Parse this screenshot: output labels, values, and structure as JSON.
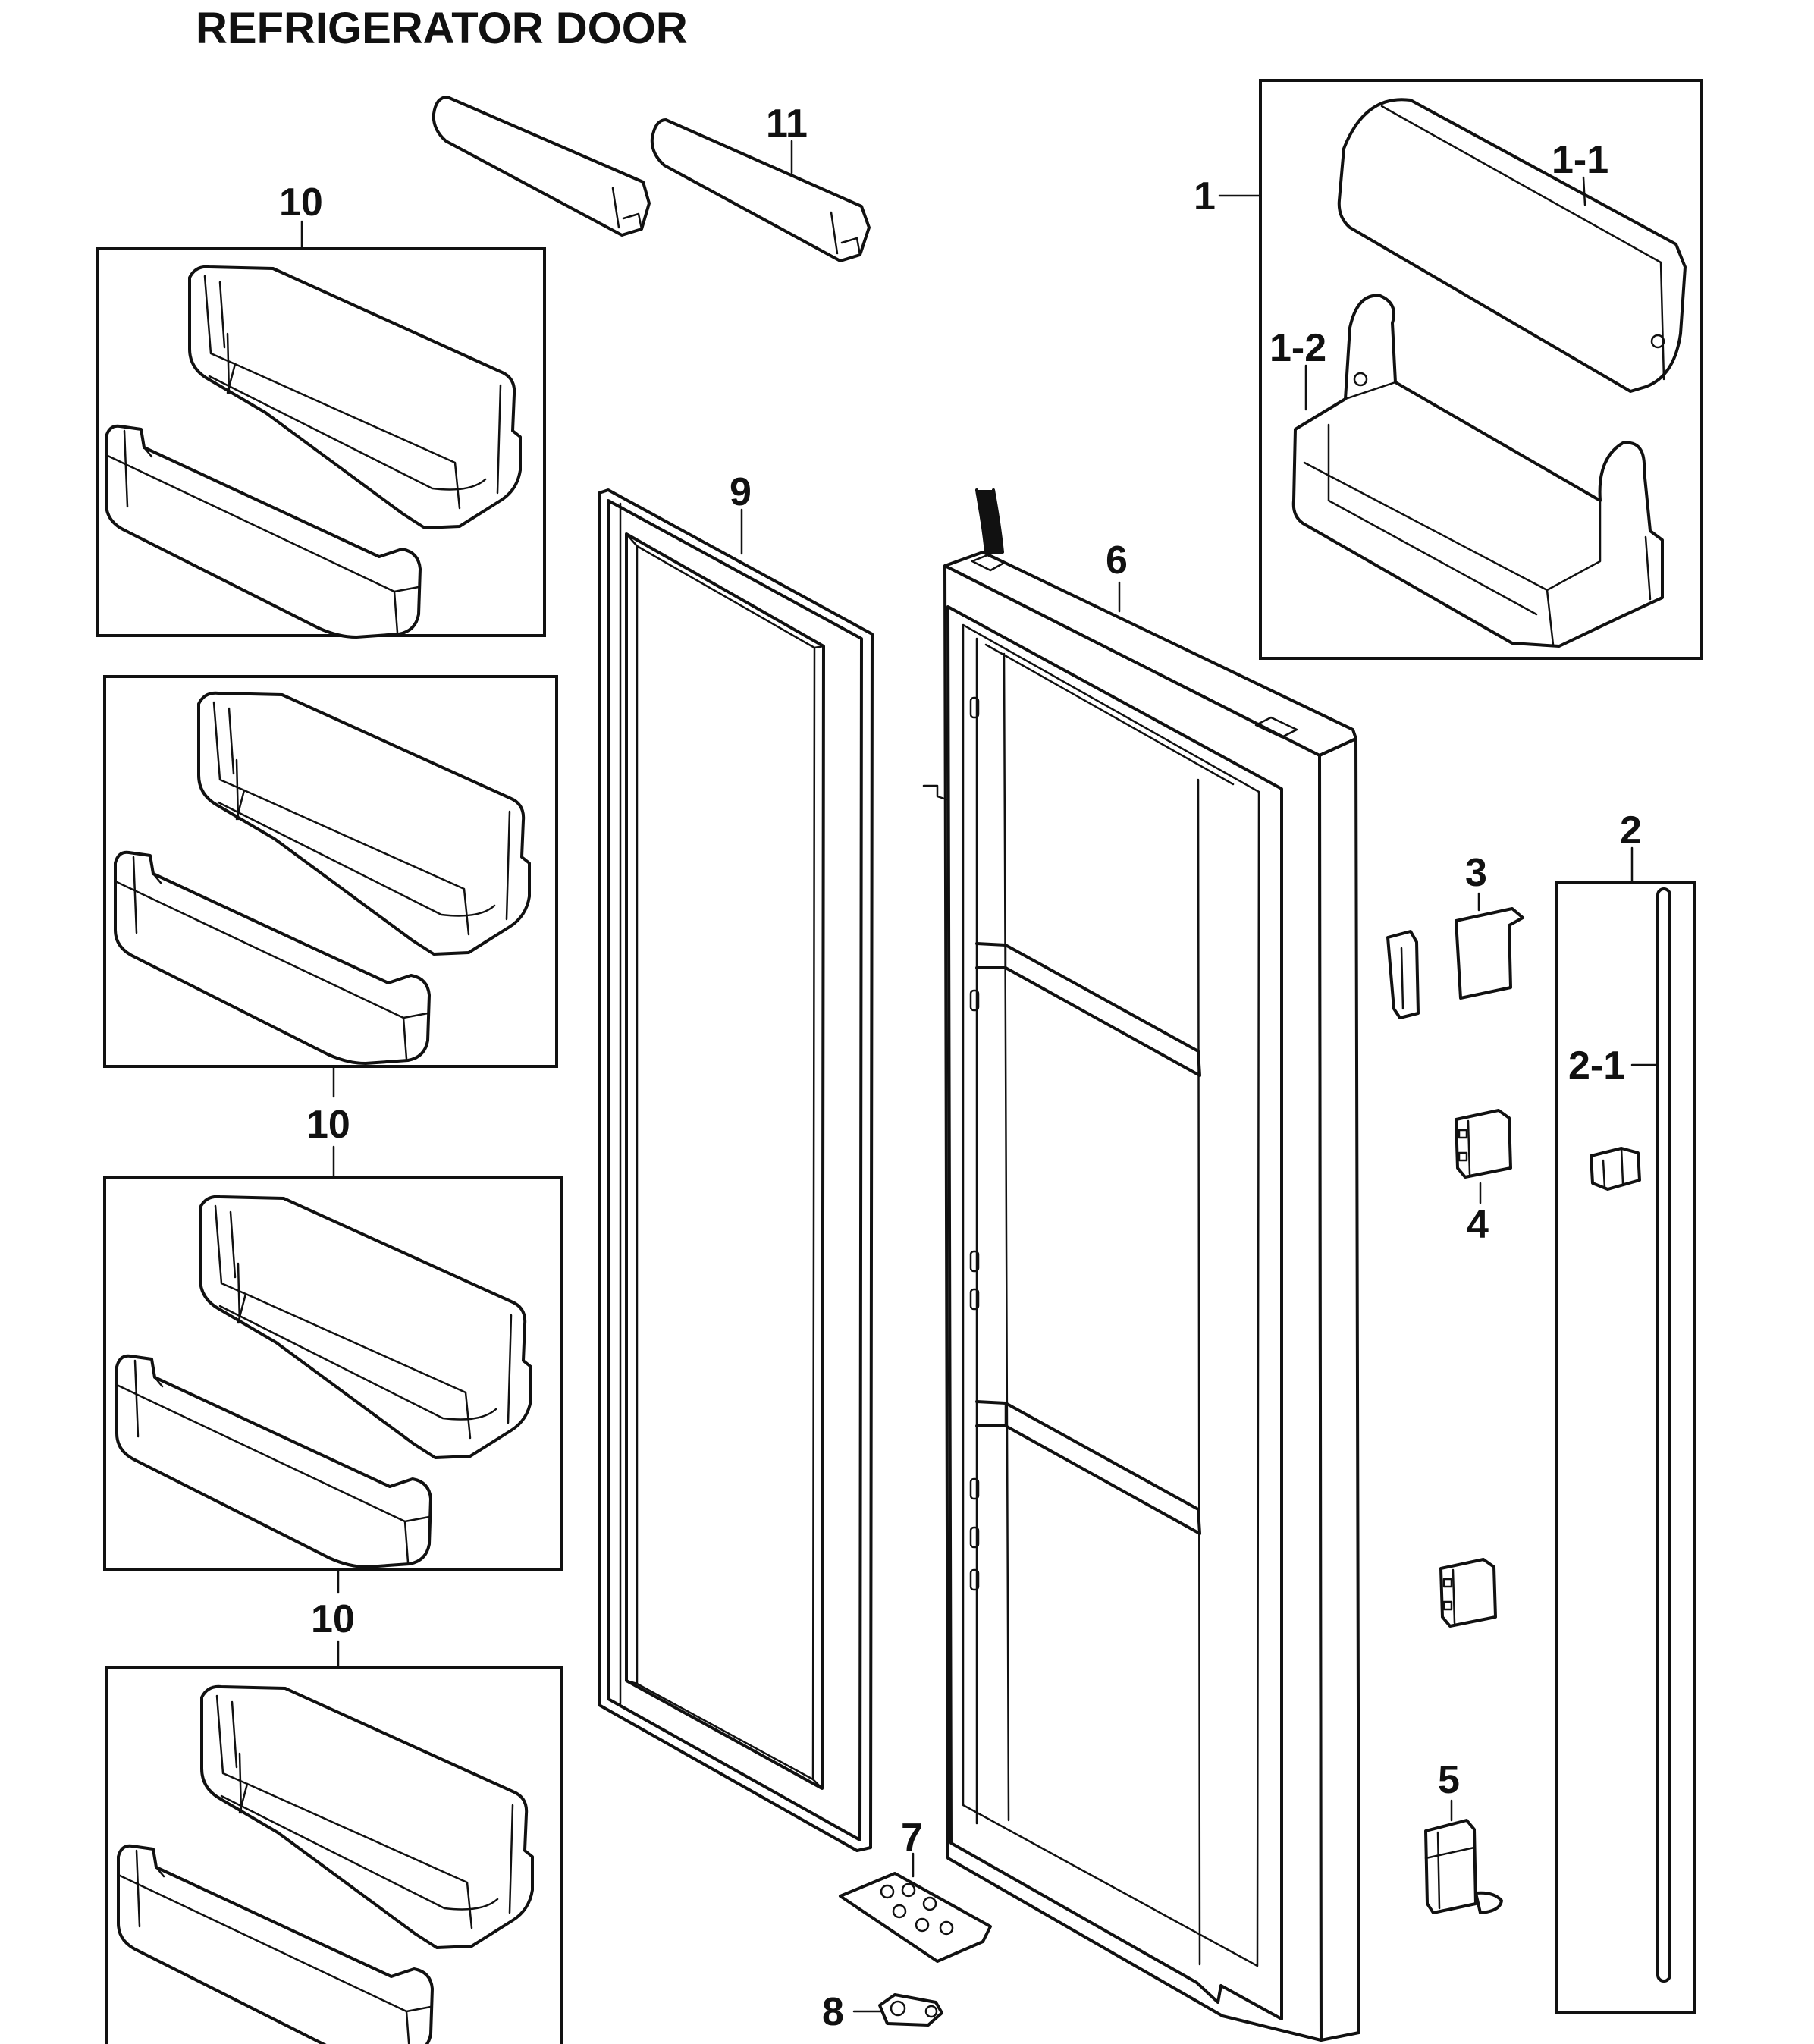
{
  "title": "REFRIGERATOR DOOR",
  "labels": {
    "p1": "1",
    "p1_1": "1-1",
    "p1_2": "1-2",
    "p2": "2",
    "p2_1": "2-1",
    "p3": "3",
    "p4": "4",
    "p5": "5",
    "p6": "6",
    "p7": "7",
    "p8": "8",
    "p9": "9",
    "p10a": "10",
    "p10b": "10",
    "p10c": "10",
    "p11": "11"
  },
  "colors": {
    "ink": "#111111",
    "background": "#ffffff"
  }
}
